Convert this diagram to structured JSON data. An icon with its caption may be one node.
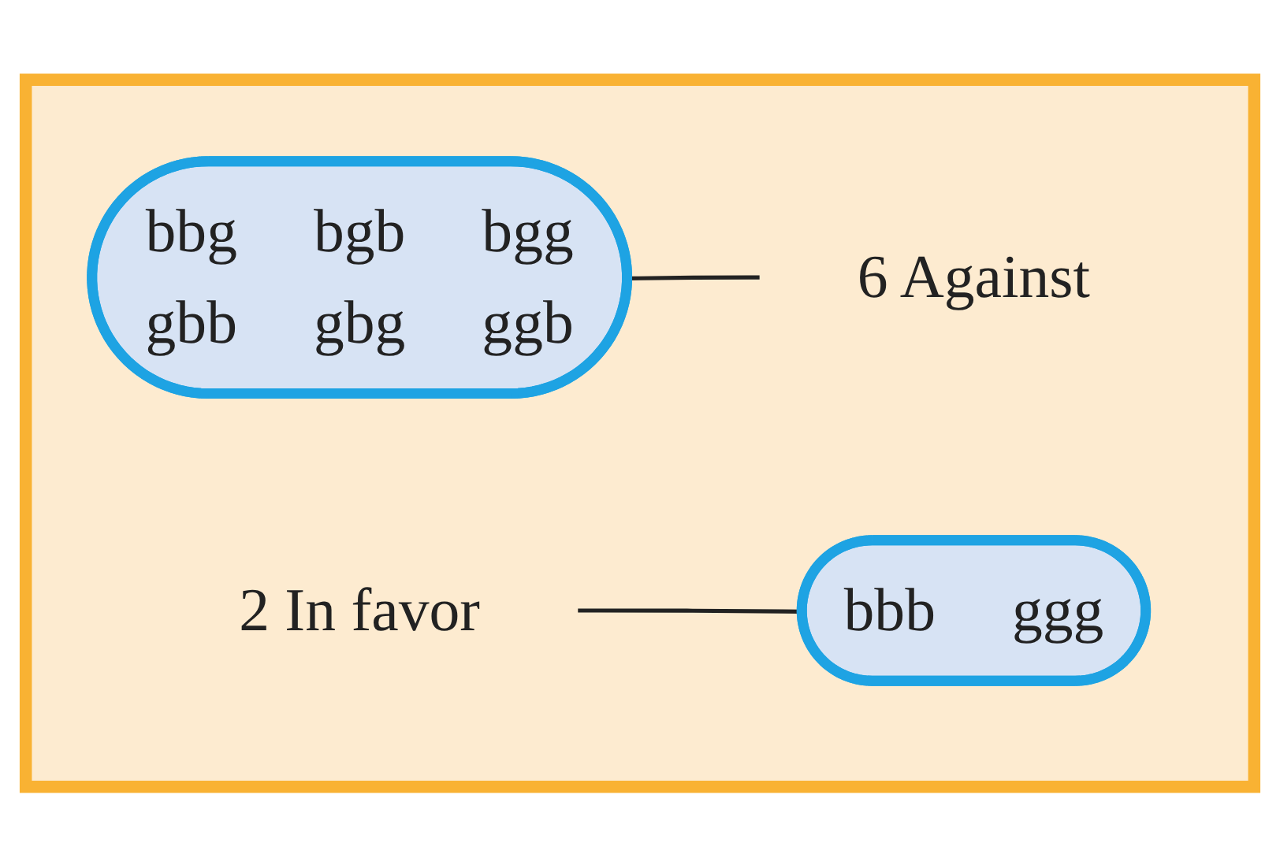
{
  "diagram": {
    "nodes": [
      {
        "text": [],
        "shape": "box"
      },
      {
        "text": [
          "bbg",
          "bgb",
          "bgg",
          "gbb",
          "gbg",
          "ggb"
        ],
        "in": 0
      },
      {
        "text": [
          "6 Against"
        ],
        "in": 0
      },
      {
        "text": [
          "2 In favor"
        ],
        "in": 0
      },
      {
        "text": [
          "bbb",
          "ggg"
        ],
        "in": 0
      }
    ],
    "edges": [
      {
        "from": 1,
        "to": 2,
        "arrow": "none"
      },
      {
        "from": 3,
        "to": 4,
        "arrow": "none"
      }
    ]
  }
}
